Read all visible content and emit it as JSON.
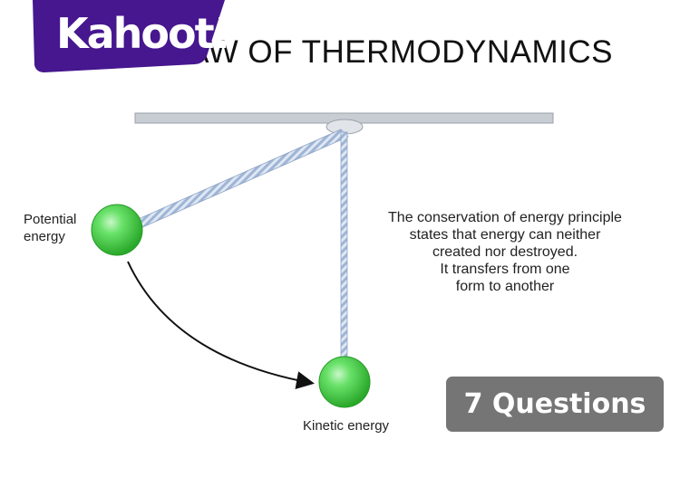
{
  "slide": {
    "title": "FIRST LAW OF THERMODYNAMICS",
    "potential_label": "Potential energy",
    "kinetic_label": "Kinetic energy",
    "description": "The conservation of energy principle\nstates that energy can neither\ncreated nor destroyed.\nIt transfers from one\nform to another"
  },
  "brand": {
    "logo_text": "Kahoot!",
    "color": "#46178f"
  },
  "badge": {
    "questions_label": "7 Questions",
    "color": "#757575"
  },
  "colors": {
    "ball": "#4ccd4c",
    "rope": "#a9bedc",
    "ceiling": "#c8cdd4"
  }
}
